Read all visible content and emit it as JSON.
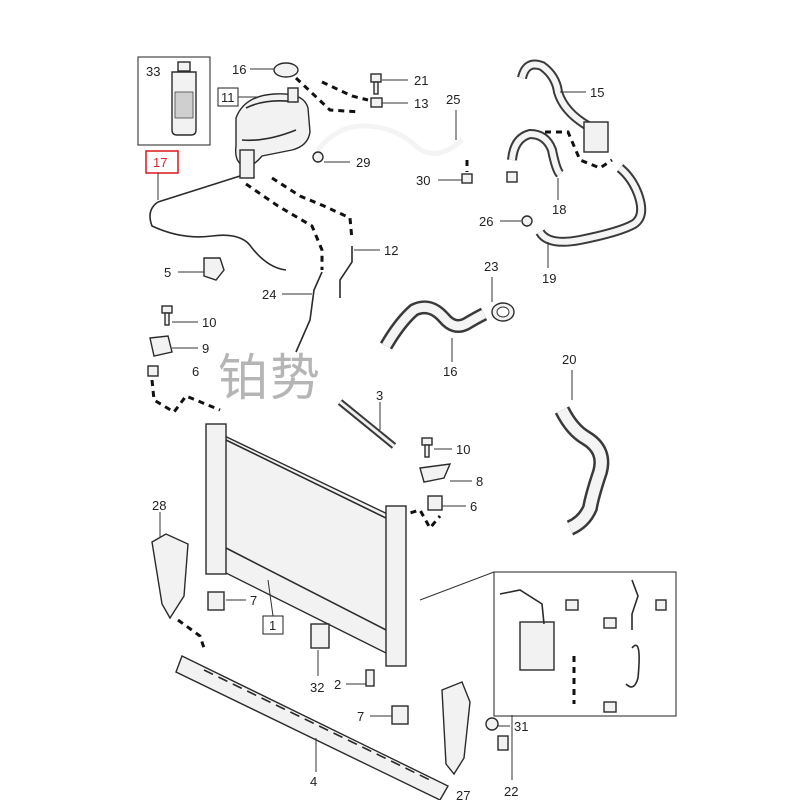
{
  "labels": {
    "p33": "33",
    "p17": "17",
    "p16a": "16",
    "p11": "11",
    "p21": "21",
    "p13": "13",
    "p25": "25",
    "p15": "15",
    "p29": "29",
    "p30": "30",
    "p18": "18",
    "p26": "26",
    "p19": "19",
    "p12": "12",
    "p5": "5",
    "p24": "24",
    "p23": "23",
    "p10a": "10",
    "p9": "9",
    "p16b": "16",
    "p20": "20",
    "p6a": "6",
    "p3": "3",
    "p10b": "10",
    "p8": "8",
    "p6b": "6",
    "p28": "28",
    "p7a": "7",
    "p1": "1",
    "p32": "32",
    "p2": "2",
    "p7b": "7",
    "p31": "31",
    "p4": "4",
    "p27": "27",
    "p22": "22"
  },
  "watermark": "铂势",
  "colors": {
    "highlight": "#e0242a",
    "line": "#2b2b2b"
  }
}
